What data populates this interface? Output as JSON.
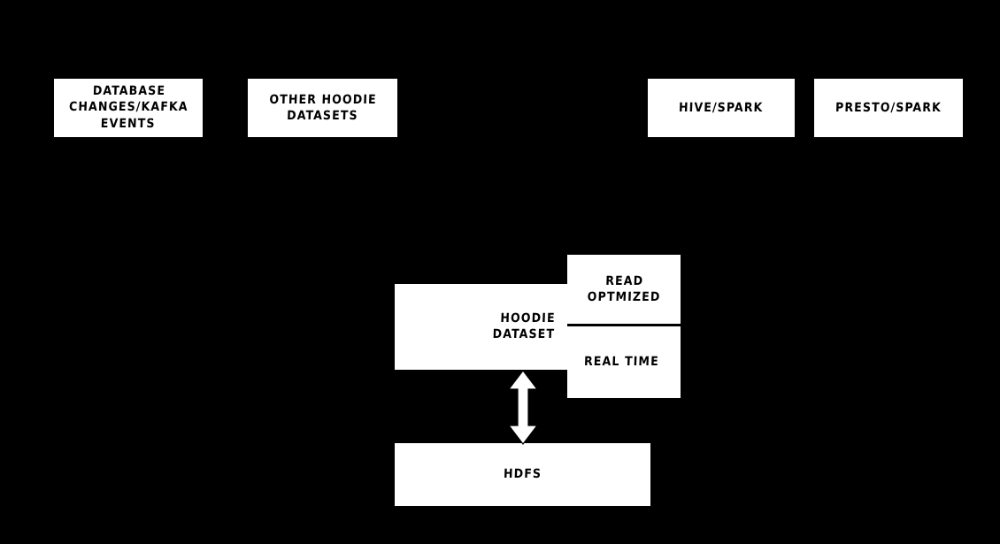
{
  "diagram": {
    "type": "block-diagram",
    "background_color": "#000000",
    "node_fill_color": "#ffffff",
    "node_text_color": "#000000",
    "arrow_color": "#ffffff",
    "nodes": {
      "database_changes": {
        "label": "DATABASE\nCHANGES/KAFKA\nEVENTS"
      },
      "other_hoodie_datasets": {
        "label": "OTHER HOODIE\nDATASETS"
      },
      "hive_spark": {
        "label": "HIVE/SPARK"
      },
      "presto_spark": {
        "label": "PRESTO/SPARK"
      },
      "hoodie_dataset": {
        "label": "HOODIE\nDATASET"
      },
      "read_optimized": {
        "label": "READ\nOPTMIZED"
      },
      "real_time": {
        "label": "REAL TIME"
      },
      "hdfs": {
        "label": "HDFS"
      }
    },
    "connectors": {
      "hoodie_hdfs": {
        "name": "bidirectional-arrow",
        "direction": "both"
      }
    }
  }
}
